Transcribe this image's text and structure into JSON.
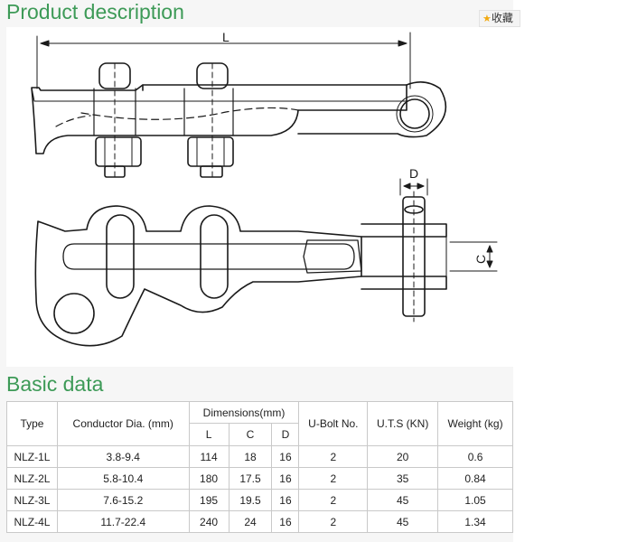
{
  "sections": {
    "product_description": "Product description",
    "basic_data": "Basic data"
  },
  "favorite": {
    "label": "收藏",
    "icon": "star-icon"
  },
  "drawing": {
    "dimension_labels": {
      "L": "L",
      "D": "D",
      "C": "C"
    }
  },
  "table": {
    "headers": {
      "type": "Type",
      "conductor": "Conductor Dia. (mm)",
      "dimensions": "Dimensions(mm)",
      "dim_l": "L",
      "dim_c": "C",
      "dim_d": "D",
      "ubolt": "U-Bolt No.",
      "uts": "U.T.S (KN)",
      "weight": "Weight (kg)"
    },
    "rows": [
      {
        "type": "NLZ-1L",
        "conductor": "3.8-9.4",
        "l": "114",
        "c": "18",
        "d": "16",
        "ubolt": "2",
        "uts": "20",
        "weight": "0.6"
      },
      {
        "type": "NLZ-2L",
        "conductor": "5.8-10.4",
        "l": "180",
        "c": "17.5",
        "d": "16",
        "ubolt": "2",
        "uts": "35",
        "weight": "0.84"
      },
      {
        "type": "NLZ-3L",
        "conductor": "7.6-15.2",
        "l": "195",
        "c": "19.5",
        "d": "16",
        "ubolt": "2",
        "uts": "45",
        "weight": "1.05"
      },
      {
        "type": "NLZ-4L",
        "conductor": "11.7-22.4",
        "l": "240",
        "c": "24",
        "d": "16",
        "ubolt": "2",
        "uts": "45",
        "weight": "1.34"
      }
    ]
  }
}
